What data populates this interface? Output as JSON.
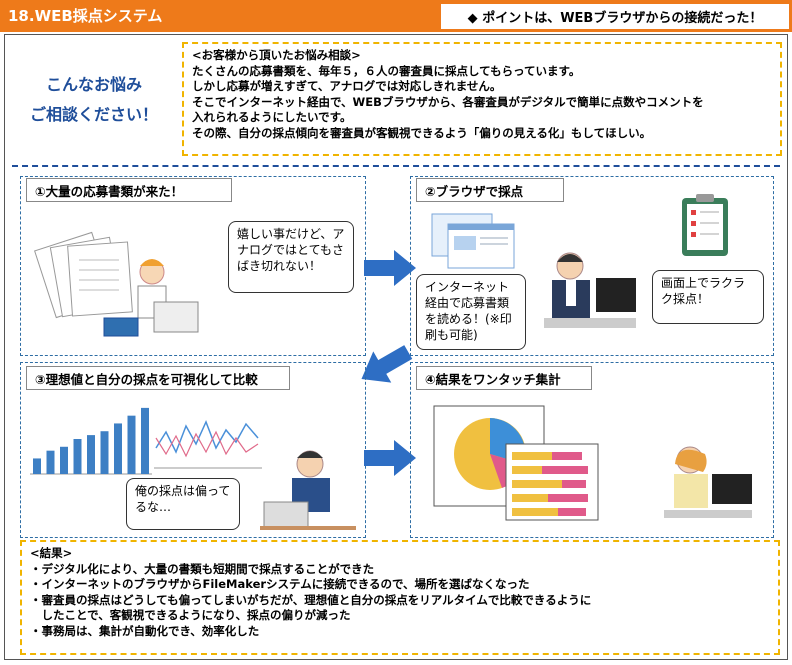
{
  "header": {
    "title": "18.WEB採点システム",
    "point": "◆ ポイントは、WEBブラウザからの接続だった！"
  },
  "consult": {
    "line1": "こんなお悩み",
    "line2": "ご相談ください！"
  },
  "request": {
    "heading": "<お客様から頂いたお悩み相談>",
    "lines": [
      "たくさんの応募書類を、毎年５，６人の審査員に採点してもらっています。",
      "しかし応募が増えすぎて、アナログでは対応しきれません。",
      "そこでインターネット経由で、WEBブラウザから、各審査員がデジタルで簡単に点数やコメントを",
      "入れられるようにしたいです。",
      "その際、自分の採点傾向を審査員が客観視できるよう「偏りの見える化」もしてほしい。"
    ]
  },
  "panels": {
    "p1": {
      "title": "①大量の応募書類が来た！",
      "bubble": "嬉しい事だけど、アナログではとてもさばき切れない！"
    },
    "p2": {
      "title": "②ブラウザで採点",
      "bubble_left": "インターネット経由で応募書類を読める！(※印刷も可能)",
      "bubble_right": "画面上でラクラク採点！"
    },
    "p3": {
      "title": "③理想値と自分の採点を可視化して比較",
      "bubble": "俺の採点は偏ってるな…"
    },
    "p4": {
      "title": "④結果をワンタッチ集計"
    }
  },
  "result": {
    "heading": "<結果>",
    "lines": [
      "・デジタル化により、大量の書類も短期間で採点することができた",
      "・インターネットのブラウザからFileMakerシステムに接続できるので、場所を選ばなくなった",
      "・審査員の採点はどうしても偏ってしまいがちだが、理想値と自分の採点をリアルタイムで比較できるように",
      "　したことで、客観視できるようになり、採点の偏りが減った",
      "・事務局は、集計が自動化でき、効率化した"
    ]
  },
  "bar_chart": {
    "values": [
      2,
      3,
      3.5,
      4.5,
      5,
      5.5,
      6.5,
      7.5,
      8.5
    ],
    "ylim": [
      0,
      9
    ],
    "colors": [
      "#3d7fc4",
      "#3d7fc4",
      "#3d7fc4",
      "#3d7fc4",
      "#3d7fc4",
      "#3d7fc4",
      "#3d7fc4",
      "#3d7fc4",
      "#3d7fc4"
    ]
  },
  "colors": {
    "accent": "#ee7a1a",
    "blue": "#1f4e9a",
    "yellow": "#f0b400",
    "arrow": "#2e6ec4"
  }
}
